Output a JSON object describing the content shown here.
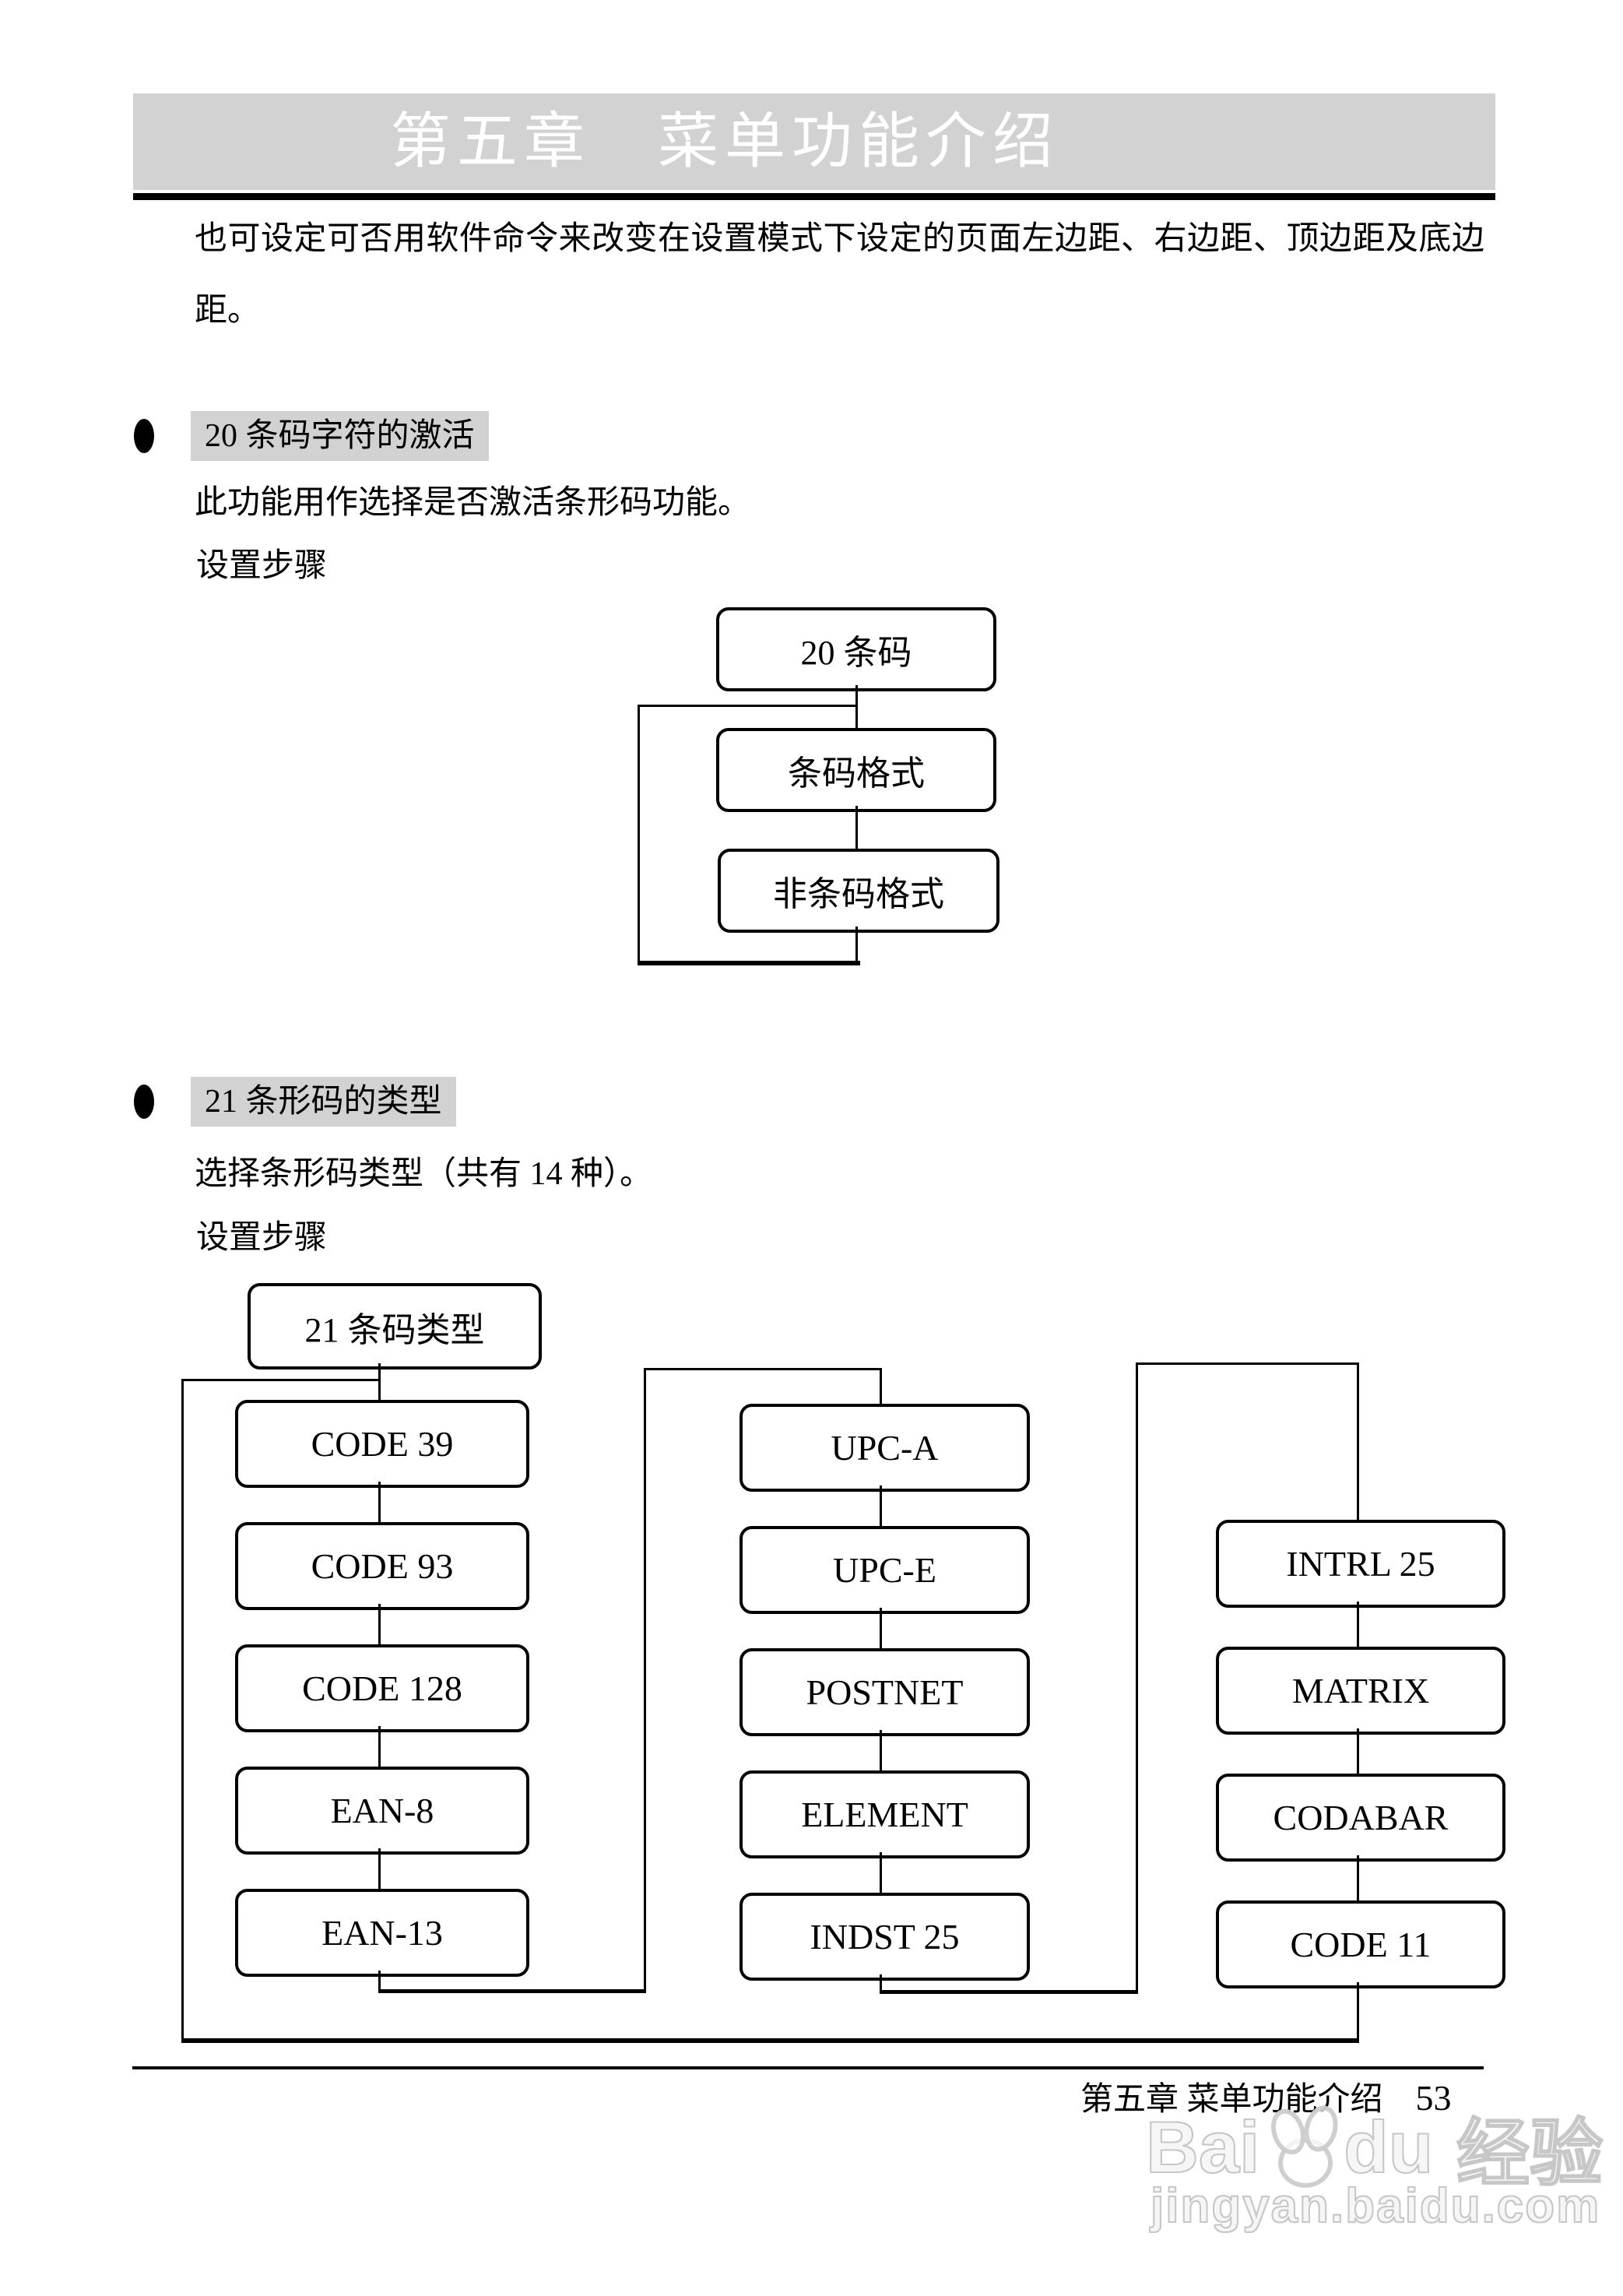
{
  "header": {
    "title": "第五章　菜单功能介绍"
  },
  "paragraph": {
    "line1": "也可设定可否用软件命令来改变在设置模式下设定的页面左边距、右边距、顶边距及底边",
    "line2": "距。"
  },
  "sections": [
    {
      "bullet_label": "20 条码字符的激活",
      "description": "此功能用作选择是否激活条形码功能。",
      "steps_label": "设置步骤"
    },
    {
      "bullet_label": "21 条形码的类型",
      "description": "选择条形码类型（共有 14 种）。",
      "steps_label": "设置步骤"
    }
  ],
  "flow1": {
    "root": "20 条码",
    "items": [
      "条码格式",
      "非条码格式"
    ]
  },
  "flow2": {
    "root": "21 条码类型",
    "columns": [
      [
        "CODE 39",
        "CODE 93",
        "CODE 128",
        "EAN-8",
        "EAN-13"
      ],
      [
        "UPC-A",
        "UPC-E",
        "POSTNET",
        "ELEMENT",
        "INDST 25"
      ],
      [
        "INTRL 25",
        "MATRIX",
        "CODABAR",
        "CODE 11"
      ]
    ]
  },
  "footer": {
    "chapter": "第五章 菜单功能介绍",
    "page_number": "53"
  },
  "watermark": {
    "brand_part1": "Bai",
    "brand_part2": "du",
    "brand_suffix": "经验",
    "url": "jingyan.baidu.com"
  },
  "colors": {
    "banner": "#d2d2d2",
    "highlight": "#d2d2d2",
    "line": "#000000",
    "watermark_outline": "#c7c7c7"
  }
}
